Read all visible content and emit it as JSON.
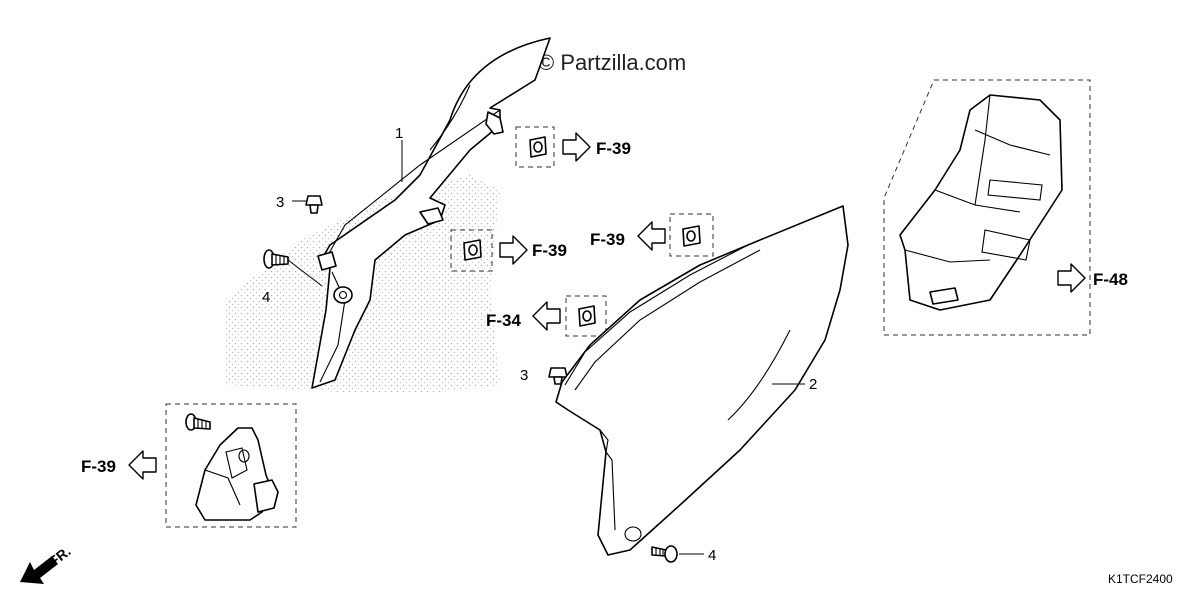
{
  "watermark": "© Partzilla.com",
  "diagram_code": "K1TCF2400",
  "front_indicator": "FR.",
  "callouts": {
    "c1": "1",
    "c2": "2",
    "c3a": "3",
    "c3b": "3",
    "c4a": "4",
    "c4b": "4"
  },
  "refs": {
    "r1": "F-39",
    "r2": "F-39",
    "r3": "F-39",
    "r4": "F-34",
    "r5": "F-39",
    "r6": "F-48"
  }
}
